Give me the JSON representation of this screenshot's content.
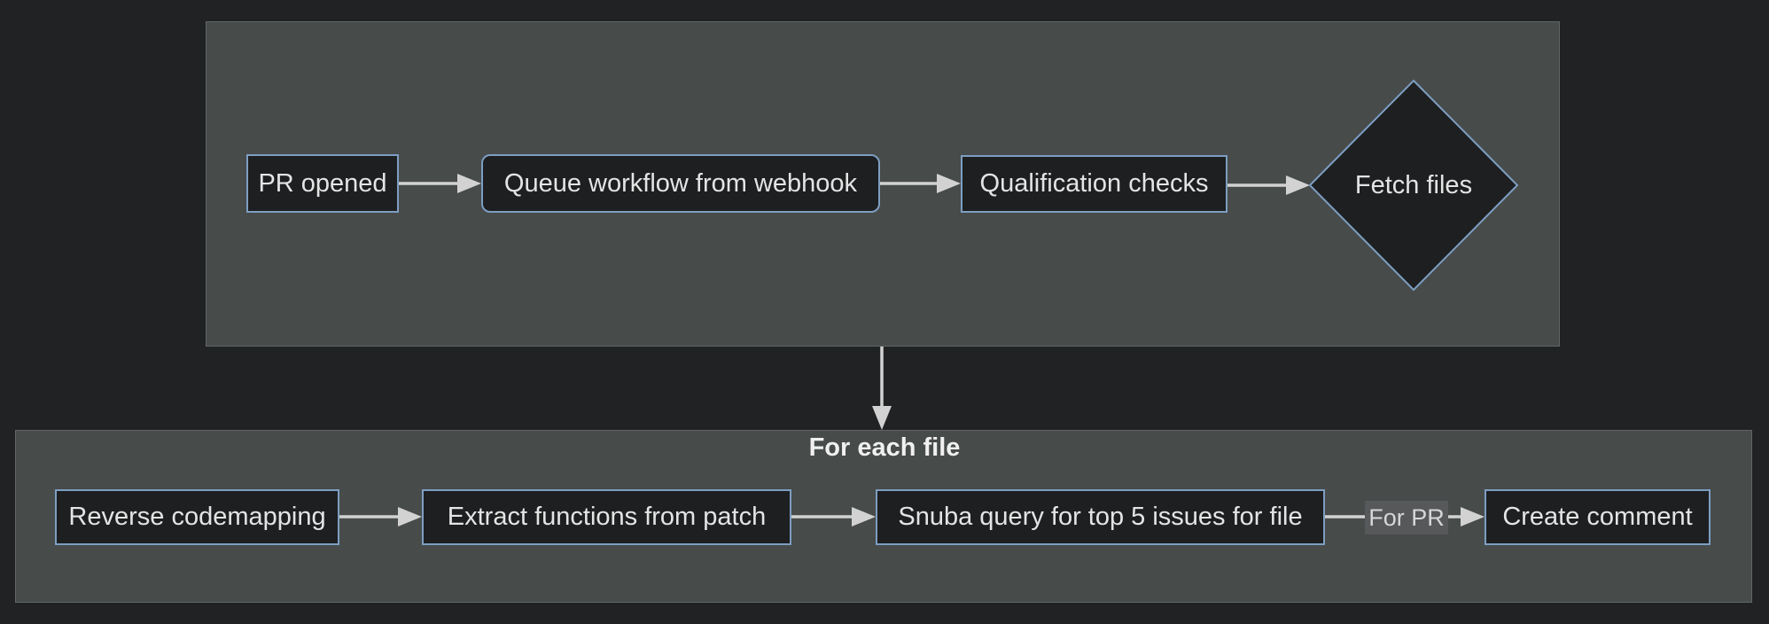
{
  "diagram": {
    "type": "flowchart",
    "theme": "dark",
    "clusters": {
      "pipeline": {
        "label": ""
      },
      "for_each_file": {
        "label": "For each file"
      }
    },
    "nodes": {
      "pr_opened": {
        "label": "PR opened",
        "shape": "rectangle"
      },
      "queue_workflow": {
        "label": "Queue workflow from webhook",
        "shape": "rounded-rectangle"
      },
      "qualification_checks": {
        "label": "Qualification checks",
        "shape": "rectangle"
      },
      "fetch_files": {
        "label": "Fetch files",
        "shape": "diamond"
      },
      "reverse_codemapping": {
        "label": "Reverse codemapping",
        "shape": "rectangle"
      },
      "extract_functions": {
        "label": "Extract functions from patch",
        "shape": "rectangle"
      },
      "snuba_query": {
        "label": "Snuba query for top 5 issues for file",
        "shape": "rectangle"
      },
      "create_comment": {
        "label": "Create comment",
        "shape": "rectangle"
      }
    },
    "edges": [
      {
        "from": "pr_opened",
        "to": "queue_workflow",
        "label": ""
      },
      {
        "from": "queue_workflow",
        "to": "qualification_checks",
        "label": ""
      },
      {
        "from": "qualification_checks",
        "to": "fetch_files",
        "label": ""
      },
      {
        "from": "pipeline",
        "to": "for_each_file",
        "label": ""
      },
      {
        "from": "reverse_codemapping",
        "to": "extract_functions",
        "label": ""
      },
      {
        "from": "extract_functions",
        "to": "snuba_query",
        "label": ""
      },
      {
        "from": "snuba_query",
        "to": "create_comment",
        "label": "For PR"
      }
    ],
    "colors": {
      "background": "#202223",
      "cluster_fill": "#474b4a",
      "cluster_border": "#606665",
      "node_fill": "#1d1f20",
      "node_border": "#7d9ec2",
      "node_text": "#e4e4e4",
      "arrow": "#d2d2d2",
      "edge_label_bg": "#56585a",
      "edge_label_text": "#d6d6d6",
      "cluster_label_text": "#f0f0f0"
    }
  }
}
